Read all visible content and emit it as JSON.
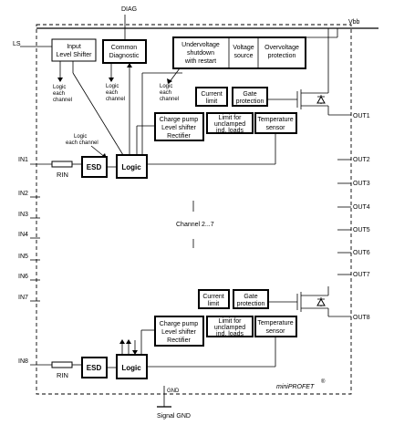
{
  "title": "Figure: miniPROFET block diagram (8-channel)",
  "pins": {
    "diag": "DIAG",
    "vbb": "Vbb",
    "ls": "LS",
    "in1": "IN1",
    "in2": "IN2",
    "in3": "IN3",
    "in4": "IN4",
    "in5": "IN5",
    "in6": "IN6",
    "in7": "IN7",
    "in8": "IN8",
    "out1": "OUT1",
    "out2": "OUT2",
    "out3": "OUT3",
    "out4": "OUT4",
    "out5": "OUT5",
    "out6": "OUT6",
    "out7": "OUT7",
    "out8": "OUT8",
    "gnd": "GND",
    "signal_gnd": "Signal GND"
  },
  "blocks": {
    "input_level_shifter": [
      "Input",
      "Level Shifter"
    ],
    "common_diagnostic": [
      "Common",
      "Diagnostic"
    ],
    "undervoltage": [
      "Undervoltage",
      "shutdown",
      "with restart"
    ],
    "voltage_source": [
      "Voltage",
      "source"
    ],
    "overvoltage": [
      "Overvoltage",
      "protection"
    ],
    "current_limit": [
      "Current",
      "limit"
    ],
    "gate_protection": [
      "Gate",
      "protection"
    ],
    "charge_pump": [
      "Charge pump",
      "Level shifter",
      "Rectifier"
    ],
    "limit_unclamped": [
      "Limit for",
      "unclamped",
      "ind. loads"
    ],
    "temperature_sensor": [
      "Temperature",
      "sensor"
    ],
    "esd": "ESD",
    "logic": "Logic"
  },
  "annotations": {
    "logic_each_channel": [
      "Logic",
      "each",
      "channel"
    ],
    "logic_each_channel_in1": [
      "Logic",
      "each channel"
    ],
    "rin": "RIN",
    "channel_range": "Channel 2...7",
    "brand": "miniPROFET",
    "registered": "®"
  }
}
